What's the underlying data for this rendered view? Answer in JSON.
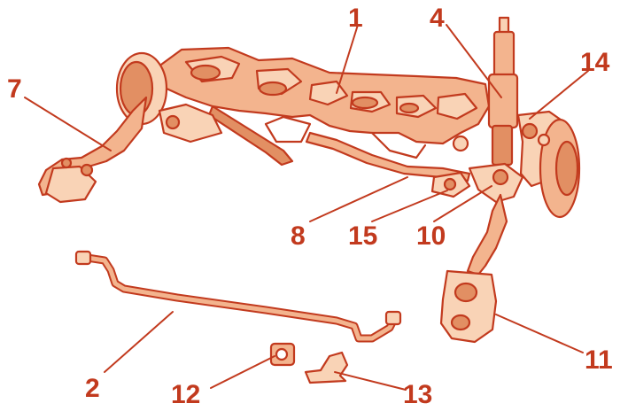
{
  "colors": {
    "outline": "#c23a1e",
    "fill": "#f3b48e",
    "fill_light": "#f9d3b6",
    "fill_dark": "#e28f63",
    "label": "#c23a1e",
    "background": "#ffffff"
  },
  "callouts": [
    {
      "id": "1",
      "text": "1"
    },
    {
      "id": "4",
      "text": "4"
    },
    {
      "id": "7",
      "text": "7"
    },
    {
      "id": "14",
      "text": "14"
    },
    {
      "id": "8",
      "text": "8"
    },
    {
      "id": "15",
      "text": "15"
    },
    {
      "id": "10",
      "text": "10"
    },
    {
      "id": "11",
      "text": "11"
    },
    {
      "id": "2",
      "text": "2"
    },
    {
      "id": "12",
      "text": "12"
    },
    {
      "id": "13",
      "text": "13"
    }
  ],
  "parts": [
    {
      "callout": "1",
      "icon": "subframe-icon"
    },
    {
      "callout": "4",
      "icon": "strut-icon"
    },
    {
      "callout": "7",
      "icon": "control-arm-left-icon"
    },
    {
      "callout": "14",
      "icon": "hub-knuckle-icon"
    },
    {
      "callout": "8",
      "icon": "link-rod-icon"
    },
    {
      "callout": "15",
      "icon": "bushing-icon"
    },
    {
      "callout": "10",
      "icon": "lower-arm-icon"
    },
    {
      "callout": "11",
      "icon": "control-arm-right-icon"
    },
    {
      "callout": "2",
      "icon": "stabilizer-bar-icon"
    },
    {
      "callout": "12",
      "icon": "stabilizer-bushing-icon"
    },
    {
      "callout": "13",
      "icon": "bushing-clamp-icon"
    }
  ]
}
